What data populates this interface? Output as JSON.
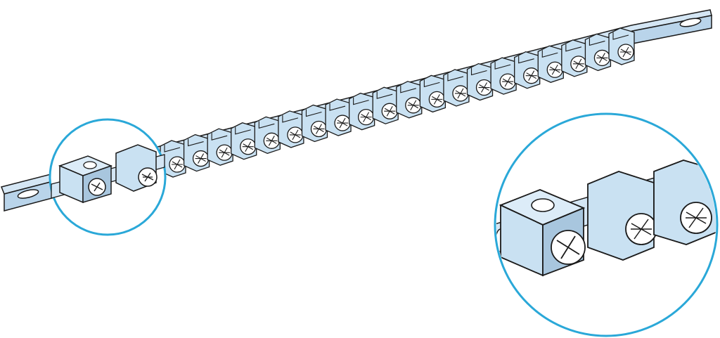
{
  "figure": {
    "subject": "busbar-with-screw-terminals",
    "terminal_count": 20,
    "detail_callouts": 2
  },
  "colors": {
    "outline": "#1a1a1a",
    "metal_fill": "#c9e1f2",
    "metal_face": "#dcecf8",
    "metal_shade": "#a8c6de",
    "bar_fill": "#d4e6f4",
    "screw_fill": "#ffffff",
    "callout_circle": "#2aa8d8",
    "background": "#ffffff"
  },
  "icons": [
    "slot-icon",
    "screw-head-icon",
    "clamp-icon"
  ]
}
